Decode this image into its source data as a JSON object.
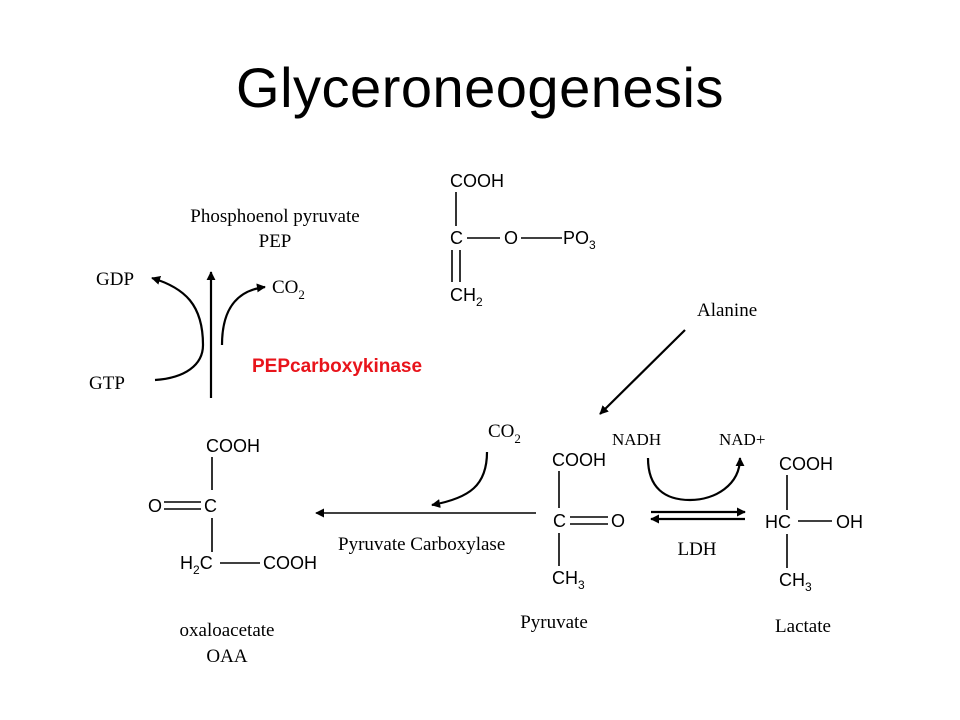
{
  "title": "Glyceroneogenesis",
  "pep": {
    "name": "Phosphoenol pyruvate",
    "abbr": "PEP",
    "gdp": "GDP",
    "co2": "CO",
    "co2_sub": "2",
    "gtp": "GTP",
    "enzyme": "PEPcarboxykinase",
    "cooh": "COOH",
    "c": "C",
    "o": "O",
    "po": "PO",
    "po_sub": "3",
    "ch": "CH",
    "ch_sub": "2"
  },
  "alanine": "Alanine",
  "oaa": {
    "cooh_top": "COOH",
    "o": "O",
    "c": "C",
    "h": "H",
    "h_sub": "2",
    "c2": "C",
    "cooh_right": "COOH",
    "name": "oxaloacetate",
    "abbr": "OAA"
  },
  "pyruvate_carboxylase": {
    "co2": "CO",
    "co2_sub": "2",
    "label": "Pyruvate Carboxylase"
  },
  "pyruvate": {
    "cooh": "COOH",
    "c": "C",
    "o": "O",
    "ch": "CH",
    "ch_sub": "3",
    "name": "Pyruvate"
  },
  "ldh": {
    "nadh": "NADH",
    "nad": "NAD+",
    "label": "LDH"
  },
  "lactate": {
    "cooh": "COOH",
    "hc": "HC",
    "oh": "OH",
    "ch": "CH",
    "ch_sub": "3",
    "name": "Lactate"
  },
  "colors": {
    "enzyme_label": "#e8141b",
    "ink": "#000000"
  }
}
